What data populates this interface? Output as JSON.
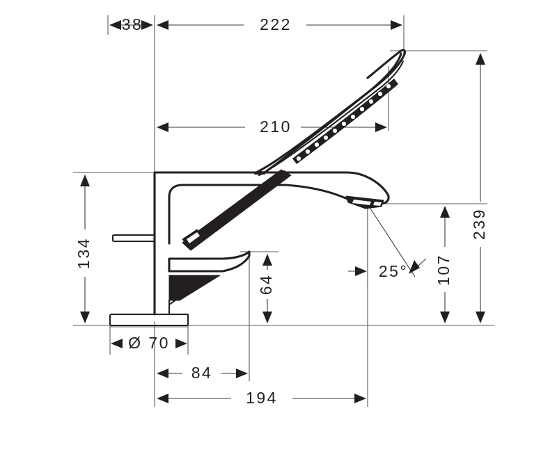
{
  "drawing": {
    "type": "dimensioned-technical-line-drawing",
    "subject": "bath mixer tap with handshower",
    "units": "mm",
    "background_color": "#ffffff",
    "line_color": "#231f20",
    "dimension_line_color": "#3a3a3a"
  },
  "dimensions": {
    "top_left": {
      "label": "38",
      "value": 38,
      "orientation": "horizontal"
    },
    "top_main": {
      "label": "222",
      "value": 222,
      "orientation": "horizontal"
    },
    "middle_horizontal": {
      "label": "210",
      "value": 210,
      "orientation": "horizontal"
    },
    "left_vertical": {
      "label": "134",
      "value": 134,
      "orientation": "vertical"
    },
    "inner_vertical": {
      "label": "64",
      "value": 64,
      "orientation": "vertical"
    },
    "right_inner_vertical": {
      "label": "107",
      "value": 107,
      "orientation": "vertical"
    },
    "right_outer_vertical": {
      "label": "239",
      "value": 239,
      "orientation": "vertical"
    },
    "angle": {
      "label": "25°",
      "value": 25,
      "orientation": "angular"
    },
    "diameter": {
      "label": "Ø 70",
      "value": 70,
      "orientation": "horizontal",
      "symbol": "diameter"
    },
    "bottom_mid": {
      "label": "84",
      "value": 84,
      "orientation": "horizontal"
    },
    "bottom_main": {
      "label": "194",
      "value": 194,
      "orientation": "horizontal"
    }
  }
}
